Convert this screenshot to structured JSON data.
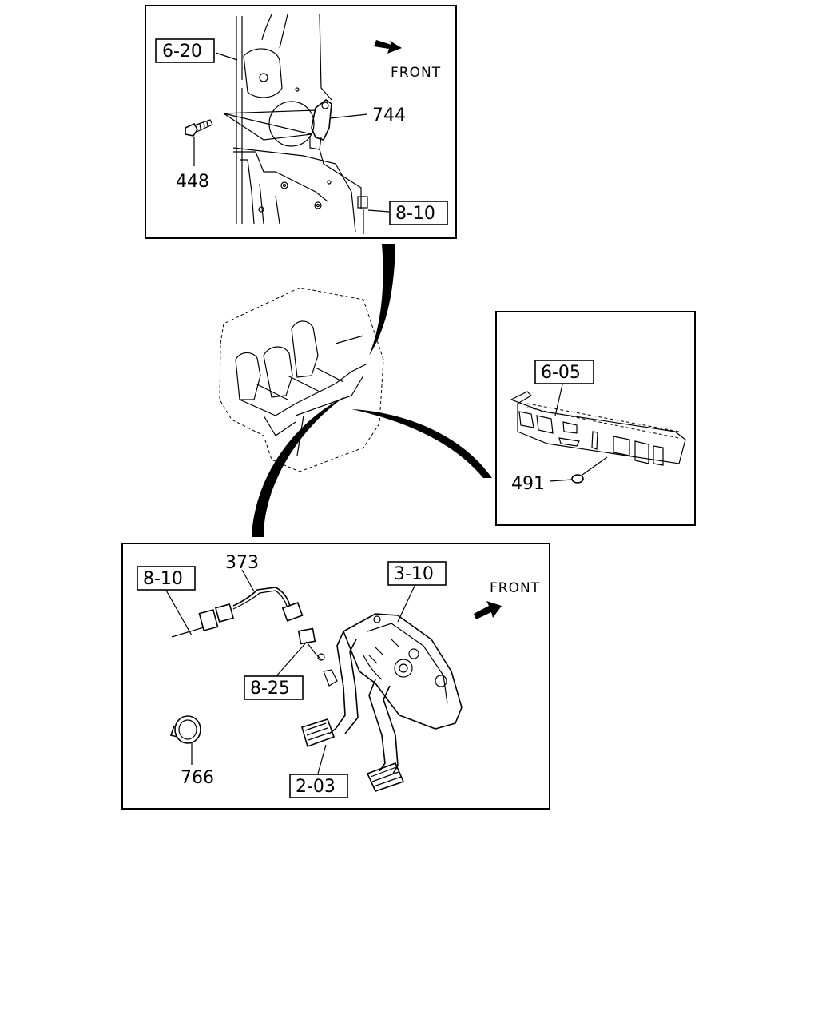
{
  "top_panel": {
    "front_label": "FRONT",
    "refs": {
      "ref_620": "6-20",
      "ref_810": "8-10"
    },
    "parts": {
      "part_744": "744",
      "part_448": "448"
    }
  },
  "right_panel": {
    "refs": {
      "ref_605": "6-05"
    },
    "parts": {
      "part_491": "491"
    }
  },
  "bottom_panel": {
    "front_label": "FRONT",
    "refs": {
      "ref_810": "8-10",
      "ref_310": "3-10",
      "ref_825": "8-25",
      "ref_203": "2-03"
    },
    "parts": {
      "part_373": "373",
      "part_766": "766"
    }
  }
}
